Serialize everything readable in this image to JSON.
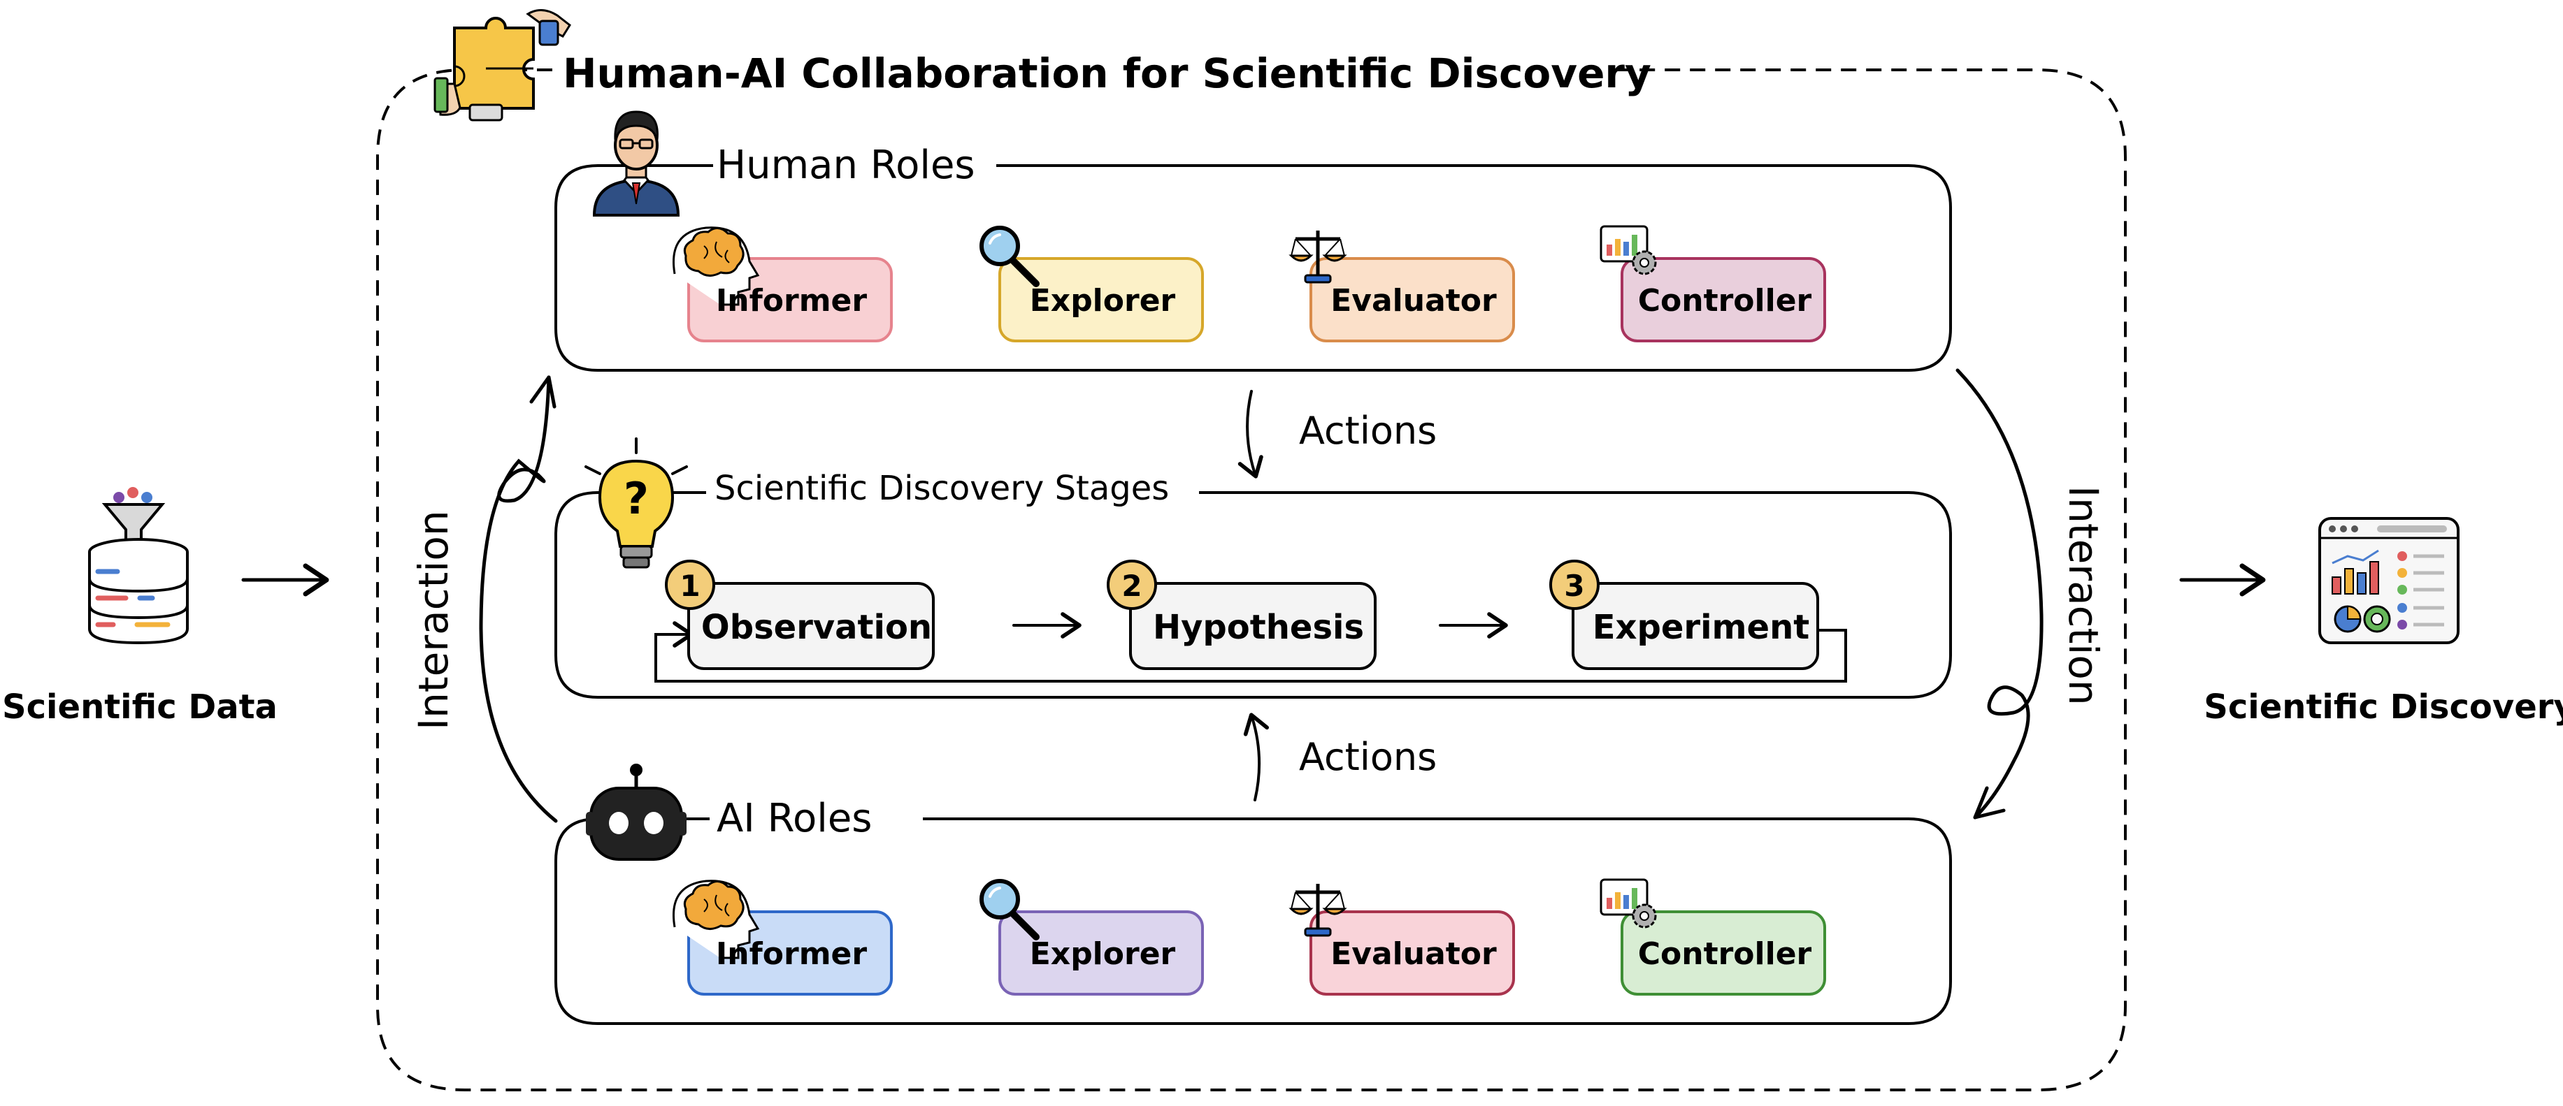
{
  "title": "Human-AI Collaboration for Scientific Discovery",
  "input_label": "Scientific Data",
  "output_label": "Scientific Discovery",
  "interaction_label": "Interaction",
  "actions_label": "Actions",
  "human_roles": {
    "title": "Human Roles",
    "roles": [
      {
        "label": "Informer",
        "fill": "#f8d0d3",
        "stroke": "#e6838d",
        "icon": "brain-head-icon"
      },
      {
        "label": "Explorer",
        "fill": "#fcf1c8",
        "stroke": "#d6a72a",
        "icon": "magnifier-icon"
      },
      {
        "label": "Evaluator",
        "fill": "#fbe0c9",
        "stroke": "#d98c4b",
        "icon": "balance-scale-icon"
      },
      {
        "label": "Controller",
        "fill": "#e9cfdc",
        "stroke": "#a8335e",
        "icon": "dashboard-gear-icon"
      }
    ]
  },
  "stages": {
    "title": "Scientific Discovery Stages",
    "items": [
      {
        "num": "1",
        "label": "Observation"
      },
      {
        "num": "2",
        "label": "Hypothesis"
      },
      {
        "num": "3",
        "label": "Experiment"
      }
    ]
  },
  "ai_roles": {
    "title": "AI Roles",
    "roles": [
      {
        "label": "Informer",
        "fill": "#c9dcf7",
        "stroke": "#2e68c9",
        "icon": "brain-head-icon"
      },
      {
        "label": "Explorer",
        "fill": "#dcd5ee",
        "stroke": "#7a63b5",
        "icon": "magnifier-icon"
      },
      {
        "label": "Evaluator",
        "fill": "#f9d3d9",
        "stroke": "#a8334d",
        "icon": "balance-scale-icon"
      },
      {
        "label": "Controller",
        "fill": "#d8edd3",
        "stroke": "#3f8f35",
        "icon": "dashboard-gear-icon"
      }
    ]
  }
}
